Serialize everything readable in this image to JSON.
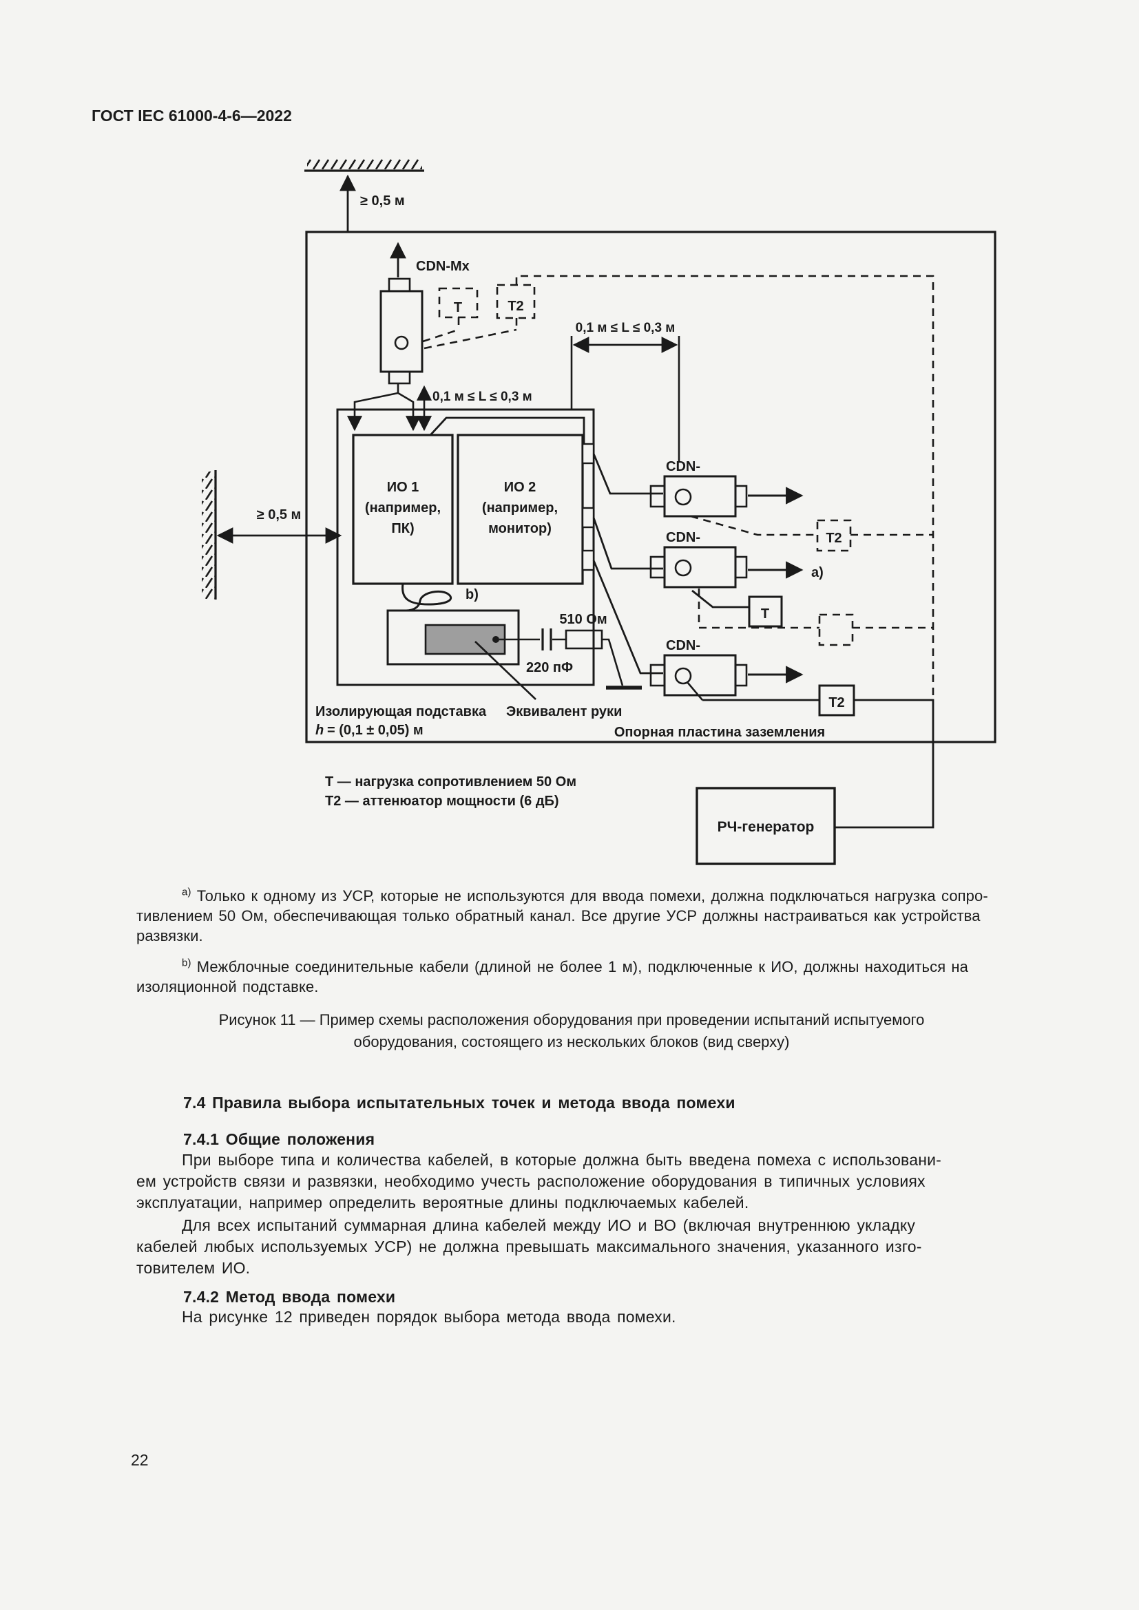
{
  "header": {
    "title": "ГОСТ IEC 61000-4-6—2022"
  },
  "diagram": {
    "dim_ceiling": "≥ 0,5 м",
    "dim_wall": "≥ 0,5 м",
    "cdn_mx_label": "CDN-Mx",
    "t_top_label": "Т",
    "t2_top_label": "Т2",
    "dim_L_top": "0,1 м ≤ L ≤ 0,3 м",
    "dim_L_mid": "0,1 м ≤ L ≤ 0,3 м",
    "eut1": {
      "l1": "ИО 1",
      "l2": "(например,",
      "l3": "ПК)"
    },
    "eut2": {
      "l1": "ИО 2",
      "l2": "(например,",
      "l3": "монитор)"
    },
    "cdn1_label": "CDN-",
    "cdn2_label": "CDN-",
    "cdn3_label": "CDN-",
    "t2_mid_label": "Т2",
    "t_bottom_label": "Т",
    "t2_bottom_label": "Т2",
    "ref_a": "a)",
    "ref_b": "b)",
    "resistor_label": "510 Ом",
    "capacitor_label": "220 пФ",
    "hand_label": "Эквивалент руки",
    "support_label": "Изолирующая подставка",
    "support_h": "h",
    "support_h_value": "= (0,1 ± 0,05) м",
    "ground_plane_label": "Опорная пластина заземления",
    "rf_generator_label": "РЧ-генератор",
    "legend_t": "Т — нагрузка сопротивлением 50 Ом",
    "legend_t2": "Т2 — аттенюатор мощности (6 дБ)"
  },
  "footnotes": {
    "a_marker": "a)",
    "a_text": " Только к одному из УСР, которые не используются для ввода помехи, должна подключаться нагрузка сопро-\nтивлением 50 Ом, обеспечивающая только обратный канал. Все другие УСР должны настраиваться как устройства\nразвязки.",
    "b_marker": "b)",
    "b_text": " Межблочные соединительные кабели (длиной не более 1 м), подключенные к ИО, должны находиться на\nизоляционной подставке."
  },
  "caption": {
    "text": "Рисунок 11 — Пример схемы расположения оборудования при проведении испытаний испытуемого\nоборудования, состоящего из нескольких блоков (вид сверху)"
  },
  "sections": {
    "h74": "7.4 Правила выбора испытательных точек и метода ввода помехи",
    "h741": "7.4.1 Общие положения",
    "p1": "При выборе типа и количества кабелей, в которые должна быть введена помеха с использовани-\nем устройств связи и развязки, необходимо учесть расположение оборудования в типичных условиях\nэксплуатации, например определить вероятные длины подключаемых кабелей.",
    "p2": "Для всех испытаний суммарная длина кабелей между ИО и ВО (включая внутреннюю укладку\nкабелей любых используемых УСР) не должна превышать максимального значения, указанного изго-\nтовителем ИО.",
    "h742": "7.4.2 Метод ввода помехи",
    "p3": "На рисунке 12 приведен порядок выбора метода ввода помехи."
  },
  "footer": {
    "page_number": "22"
  }
}
